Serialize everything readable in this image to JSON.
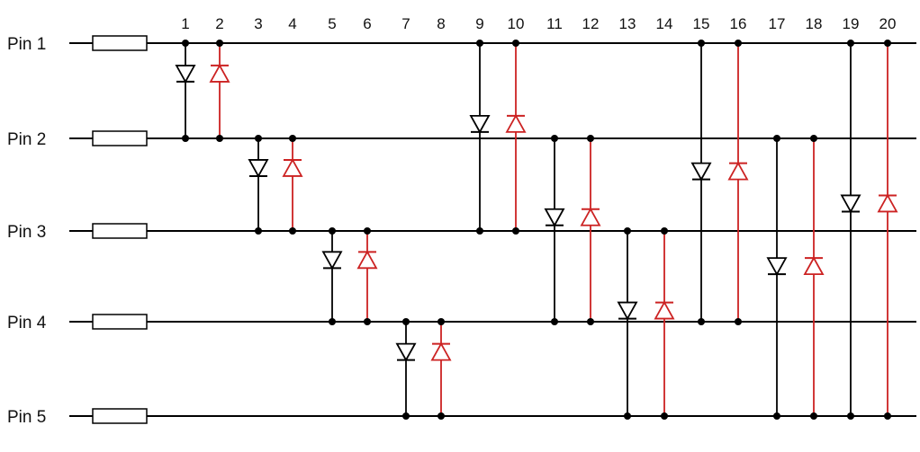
{
  "diagram": {
    "pins": [
      "Pin 1",
      "Pin 2",
      "Pin 3",
      "Pin 4",
      "Pin 5"
    ],
    "leds": [
      {
        "number": "1",
        "anode_pin": 1,
        "cathode_pin": 2,
        "polarity": "down"
      },
      {
        "number": "2",
        "anode_pin": 2,
        "cathode_pin": 1,
        "polarity": "up"
      },
      {
        "number": "3",
        "anode_pin": 2,
        "cathode_pin": 3,
        "polarity": "down"
      },
      {
        "number": "4",
        "anode_pin": 3,
        "cathode_pin": 2,
        "polarity": "up"
      },
      {
        "number": "5",
        "anode_pin": 3,
        "cathode_pin": 4,
        "polarity": "down"
      },
      {
        "number": "6",
        "anode_pin": 4,
        "cathode_pin": 3,
        "polarity": "up"
      },
      {
        "number": "7",
        "anode_pin": 4,
        "cathode_pin": 5,
        "polarity": "down"
      },
      {
        "number": "8",
        "anode_pin": 5,
        "cathode_pin": 4,
        "polarity": "up"
      },
      {
        "number": "9",
        "anode_pin": 1,
        "cathode_pin": 3,
        "polarity": "down"
      },
      {
        "number": "10",
        "anode_pin": 3,
        "cathode_pin": 1,
        "polarity": "up"
      },
      {
        "number": "11",
        "anode_pin": 2,
        "cathode_pin": 4,
        "polarity": "down"
      },
      {
        "number": "12",
        "anode_pin": 4,
        "cathode_pin": 2,
        "polarity": "up"
      },
      {
        "number": "13",
        "anode_pin": 3,
        "cathode_pin": 5,
        "polarity": "down"
      },
      {
        "number": "14",
        "anode_pin": 5,
        "cathode_pin": 3,
        "polarity": "up"
      },
      {
        "number": "15",
        "anode_pin": 1,
        "cathode_pin": 4,
        "polarity": "down"
      },
      {
        "number": "16",
        "anode_pin": 4,
        "cathode_pin": 1,
        "polarity": "up"
      },
      {
        "number": "17",
        "anode_pin": 2,
        "cathode_pin": 5,
        "polarity": "down"
      },
      {
        "number": "18",
        "anode_pin": 5,
        "cathode_pin": 2,
        "polarity": "up"
      },
      {
        "number": "19",
        "anode_pin": 1,
        "cathode_pin": 5,
        "polarity": "down"
      },
      {
        "number": "20",
        "anode_pin": 5,
        "cathode_pin": 1,
        "polarity": "up"
      }
    ],
    "colors": {
      "wire": "#000000",
      "forward_led": "#000000",
      "reverse_led": "#cc2222",
      "background": "#ffffff"
    }
  }
}
